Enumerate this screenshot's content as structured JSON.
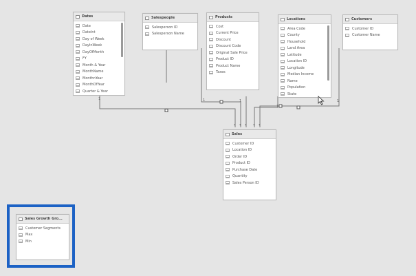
{
  "canvas": {
    "background": "#e5e5e5",
    "highlight_color": "#1c62c5"
  },
  "tables": {
    "dates": {
      "name": "Dates",
      "fields": [
        "Date",
        "DateInt",
        "Day of Week",
        "DayInWeek",
        "DayOfMonth",
        "FY",
        "Month & Year",
        "MonthName",
        "MonthnYear",
        "MonthOfYear",
        "Quarter & Year"
      ]
    },
    "salespeople": {
      "name": "Salespeople",
      "fields": [
        "Salesperson ID",
        "Salesperson Name"
      ]
    },
    "products": {
      "name": "Products",
      "fields": [
        "Cost",
        "Current Price",
        "Discount",
        "Discount Code",
        "Original Sale Price",
        "Product ID",
        "Product Name",
        "Taxes"
      ]
    },
    "locations": {
      "name": "Locations",
      "fields": [
        "Area Code",
        "County",
        "Household",
        "Land Area",
        "Latitude",
        "Location ID",
        "Longitude",
        "Median Income",
        "Name",
        "Population",
        "State"
      ]
    },
    "customers": {
      "name": "Customers",
      "fields": [
        "Customer ID",
        "Customer Name"
      ]
    },
    "sales": {
      "name": "Sales",
      "fields": [
        "Customer ID",
        "Location ID",
        "Order ID",
        "Product ID",
        "Purchase Date",
        "Quantity",
        "Sales Person ID"
      ]
    },
    "sales_growth": {
      "name": "Sales Growth Gro...",
      "fields": [
        "Customer Segments",
        "Max",
        "Min"
      ]
    }
  },
  "relationships": {
    "one_label": "1",
    "many_label": "*"
  },
  "icons": {
    "cursor": "mouse-pointer-icon",
    "table": "table-icon",
    "field": "field-icon"
  }
}
